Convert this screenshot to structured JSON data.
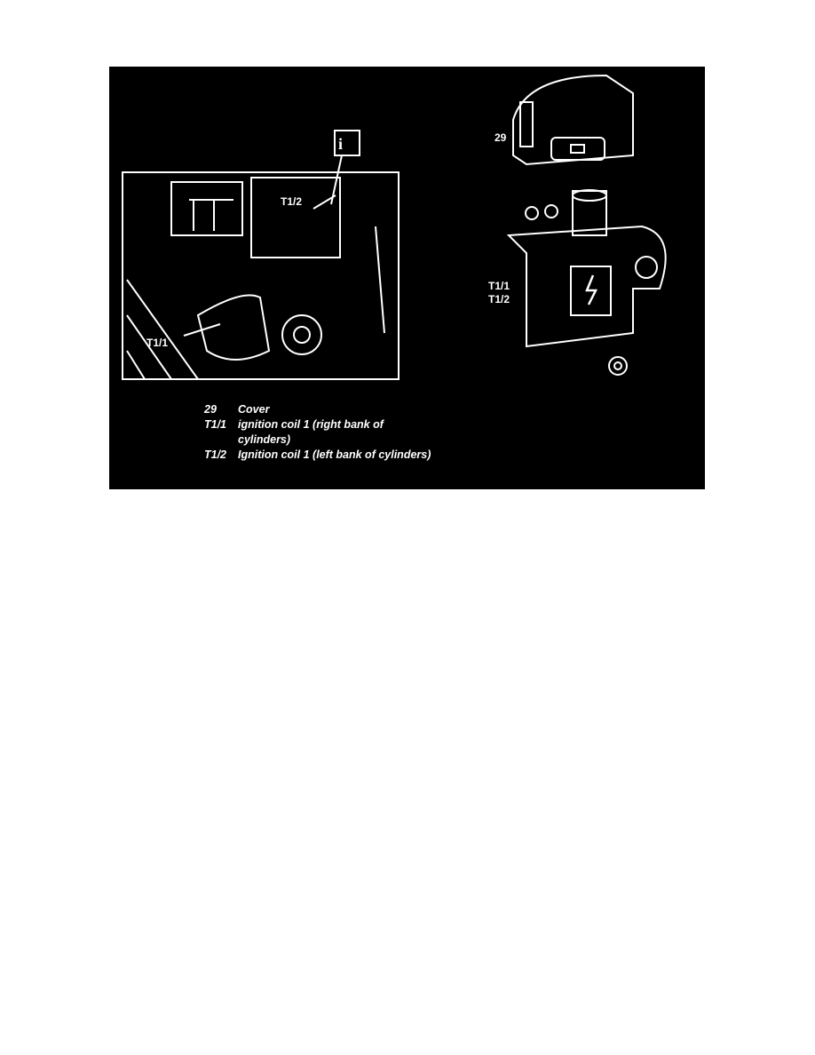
{
  "figure": {
    "callouts": {
      "info_marker": "i",
      "t1_2_photo": "T1/2",
      "t1_1_photo": "T1/1",
      "cover": "29",
      "coil_a": "T1/1",
      "coil_b": "T1/2"
    },
    "legend": [
      {
        "key": "29",
        "text": "Cover"
      },
      {
        "key": "T1/1",
        "text": "ignition coil 1 (right bank of",
        "cont": "cylinders)"
      },
      {
        "key": "T1/2",
        "text": "Ignition coil 1 (left bank of cylinders)"
      }
    ]
  }
}
